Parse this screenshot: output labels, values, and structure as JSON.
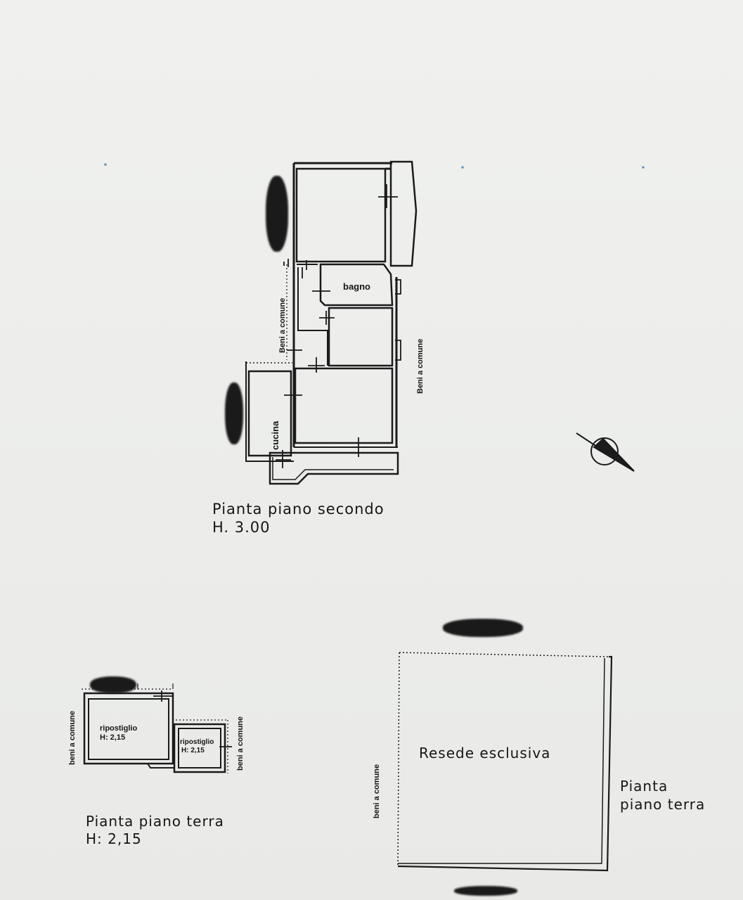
{
  "plan_secondo": {
    "title": "Pianta piano secondo",
    "height": "H. 3.00",
    "rooms": {
      "bagno": "bagno",
      "cucina": "cucina"
    },
    "common_left": "Beni a comune",
    "common_right": "Beni a comune"
  },
  "plan_terra_small": {
    "title": "Pianta piano terra",
    "height": "H: 2,15",
    "room1": {
      "name": "ripostiglio",
      "height": "H: 2,15"
    },
    "room2": {
      "name": "ripostiglio",
      "height": "H: 2,15"
    },
    "common_left": "beni a comune",
    "common_right": "beni a comune"
  },
  "plan_terra_yard": {
    "area": "Resede esclusiva",
    "title_line1": "Pianta",
    "title_line2": "piano terra",
    "common_left": "beni a comune"
  },
  "compass": {
    "icon": "north-arrow-icon"
  }
}
